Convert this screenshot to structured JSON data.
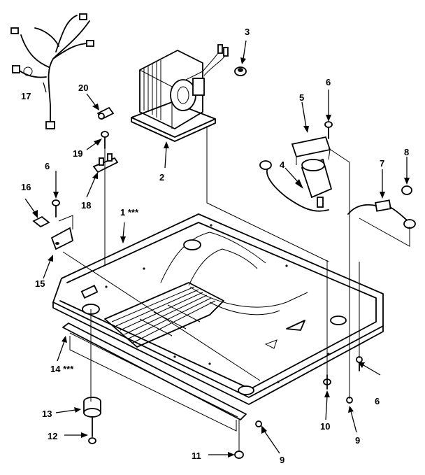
{
  "callouts": [
    {
      "id": "c1",
      "text": "1 ***"
    },
    {
      "id": "c2",
      "text": "2"
    },
    {
      "id": "c3",
      "text": "3"
    },
    {
      "id": "c4",
      "text": "4"
    },
    {
      "id": "c5",
      "text": "5"
    },
    {
      "id": "c6a",
      "text": "6"
    },
    {
      "id": "c6b",
      "text": "6"
    },
    {
      "id": "c6c",
      "text": "6"
    },
    {
      "id": "c7",
      "text": "7"
    },
    {
      "id": "c8",
      "text": "8"
    },
    {
      "id": "c9a",
      "text": "9"
    },
    {
      "id": "c9b",
      "text": "9"
    },
    {
      "id": "c10",
      "text": "10"
    },
    {
      "id": "c11",
      "text": "11"
    },
    {
      "id": "c12",
      "text": "12"
    },
    {
      "id": "c13",
      "text": "13"
    },
    {
      "id": "c14",
      "text": "14 ***"
    },
    {
      "id": "c15",
      "text": "15"
    },
    {
      "id": "c16",
      "text": "16"
    },
    {
      "id": "c17",
      "text": "17"
    },
    {
      "id": "c18",
      "text": "18"
    },
    {
      "id": "c19",
      "text": "19"
    },
    {
      "id": "c20",
      "text": "20"
    }
  ]
}
